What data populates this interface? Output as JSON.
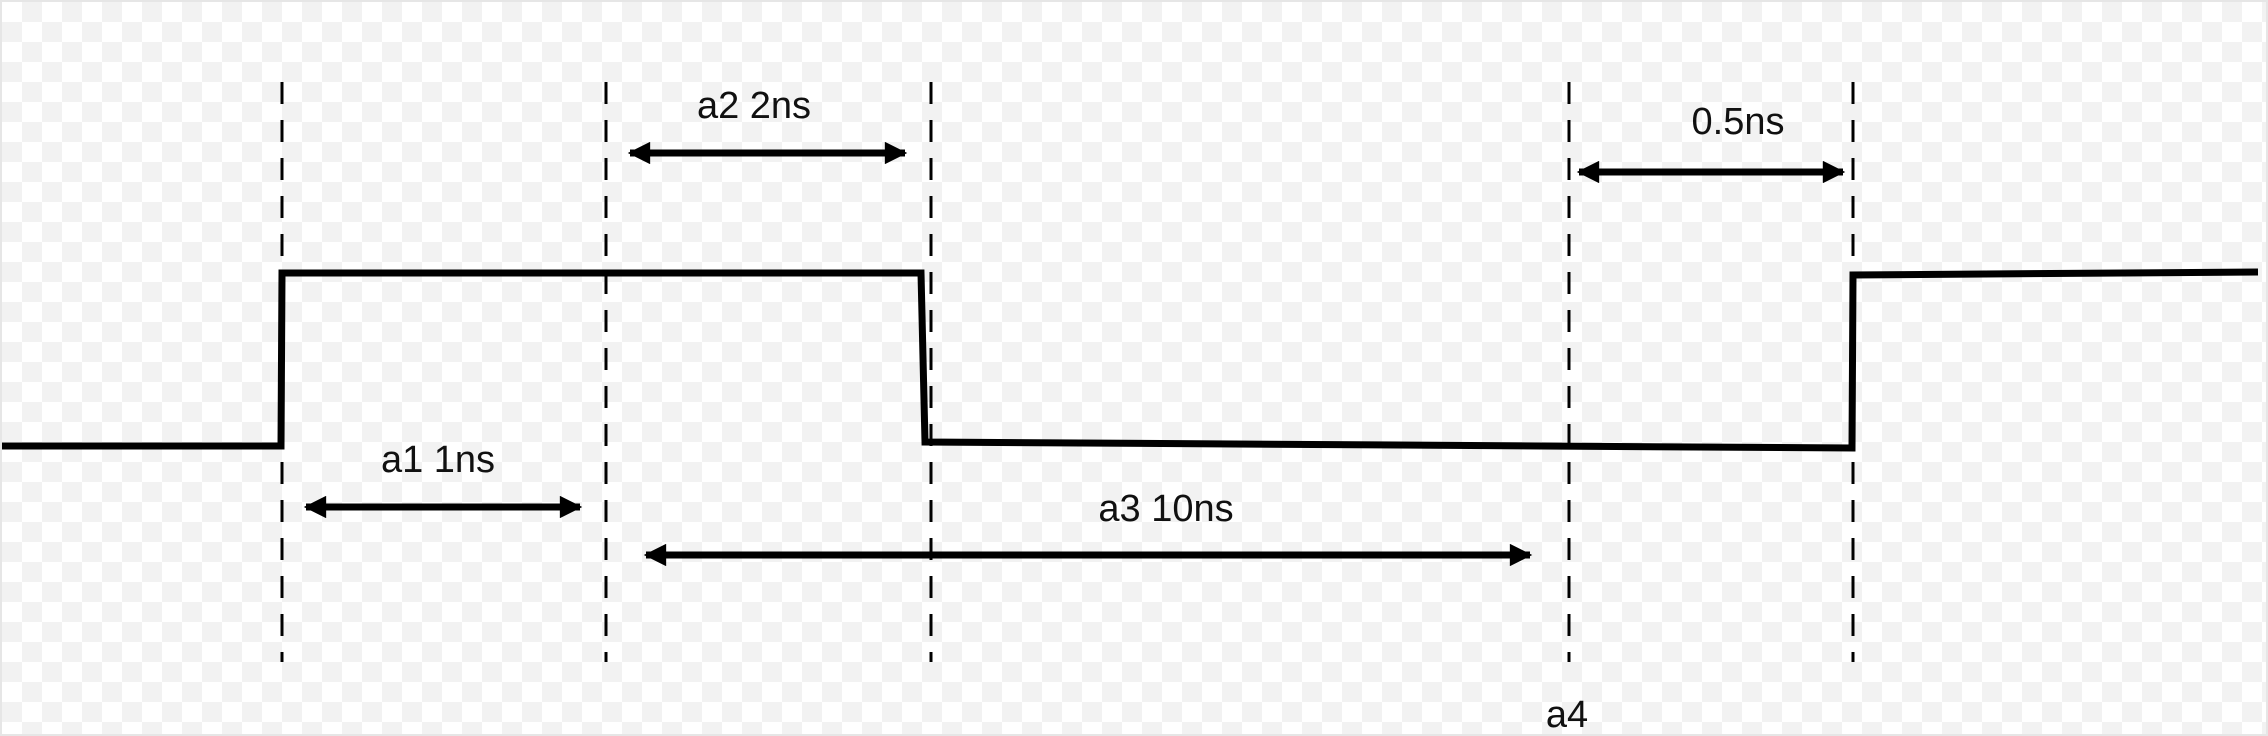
{
  "colors": {
    "signal": "#000000",
    "background": "#ffffff",
    "checker": "#f2f2f2"
  },
  "labels": {
    "a1": "a1 1ns",
    "a2": "a2 2ns",
    "a3": "a3 10ns",
    "a4": "a4",
    "half_ns": "0.5ns"
  }
}
